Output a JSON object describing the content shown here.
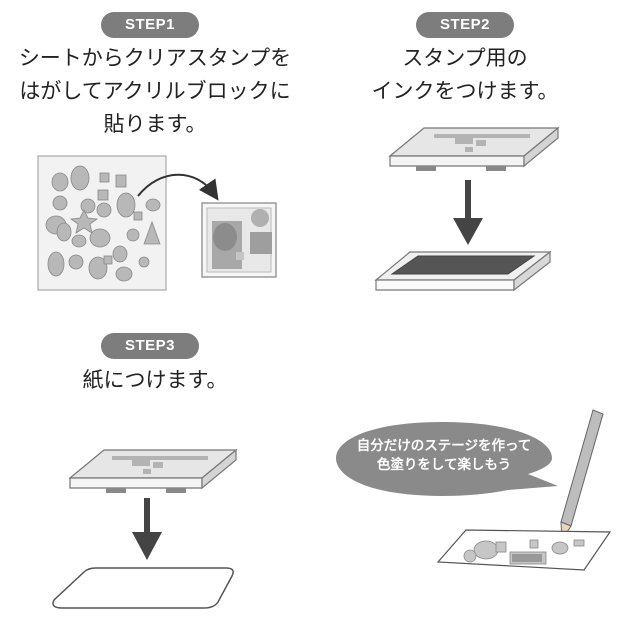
{
  "steps": [
    {
      "badge": "STEP1",
      "lines": [
        "シートからクリアスタンプを",
        "はがしてアクリルブロックに",
        "貼ります。"
      ]
    },
    {
      "badge": "STEP2",
      "lines": [
        "スタンプ用の",
        "インクをつけます。"
      ]
    },
    {
      "badge": "STEP3",
      "lines": [
        "紙につけます。"
      ]
    }
  ],
  "bubble": {
    "lines": [
      "自分だけのステージを作って",
      "色塗りをして楽しもう"
    ]
  },
  "colors": {
    "badge": "#7d7d7d",
    "ink": "#555555",
    "arrow": "#444444",
    "bubble": "#8a8a8a"
  }
}
